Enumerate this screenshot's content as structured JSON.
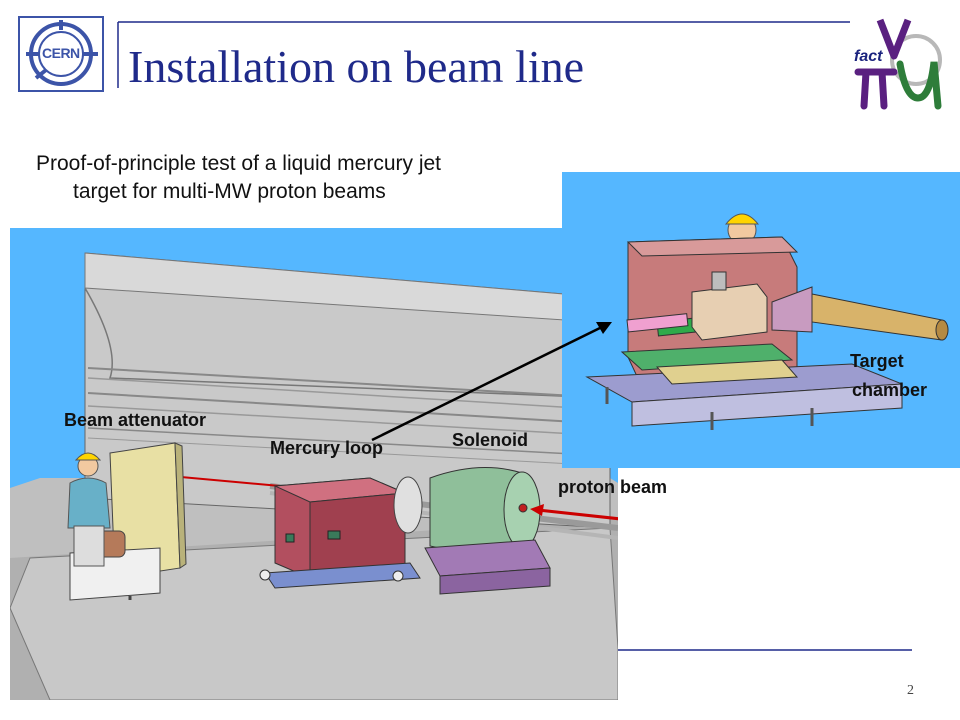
{
  "slide": {
    "title": "Installation on beam line",
    "subtitle_line1": "Proof-of-principle test of a liquid mercury jet",
    "subtitle_line2": "target for multi-MW proton beams",
    "page_number": "2"
  },
  "logos": {
    "left": "CERN",
    "right": "fact"
  },
  "labels": {
    "beam_attenuator": "Beam attenuator",
    "mercury_loop": "Mercury loop",
    "solenoid": "Solenoid",
    "proton_beam": "proton beam",
    "target_line1": "Target",
    "target_line2": "chamber"
  },
  "colors": {
    "title": "#1f2a8a",
    "scene_bg": "#55b7ff",
    "logo_blue": "#3c54a8",
    "logo_purple": "#5a2080"
  }
}
